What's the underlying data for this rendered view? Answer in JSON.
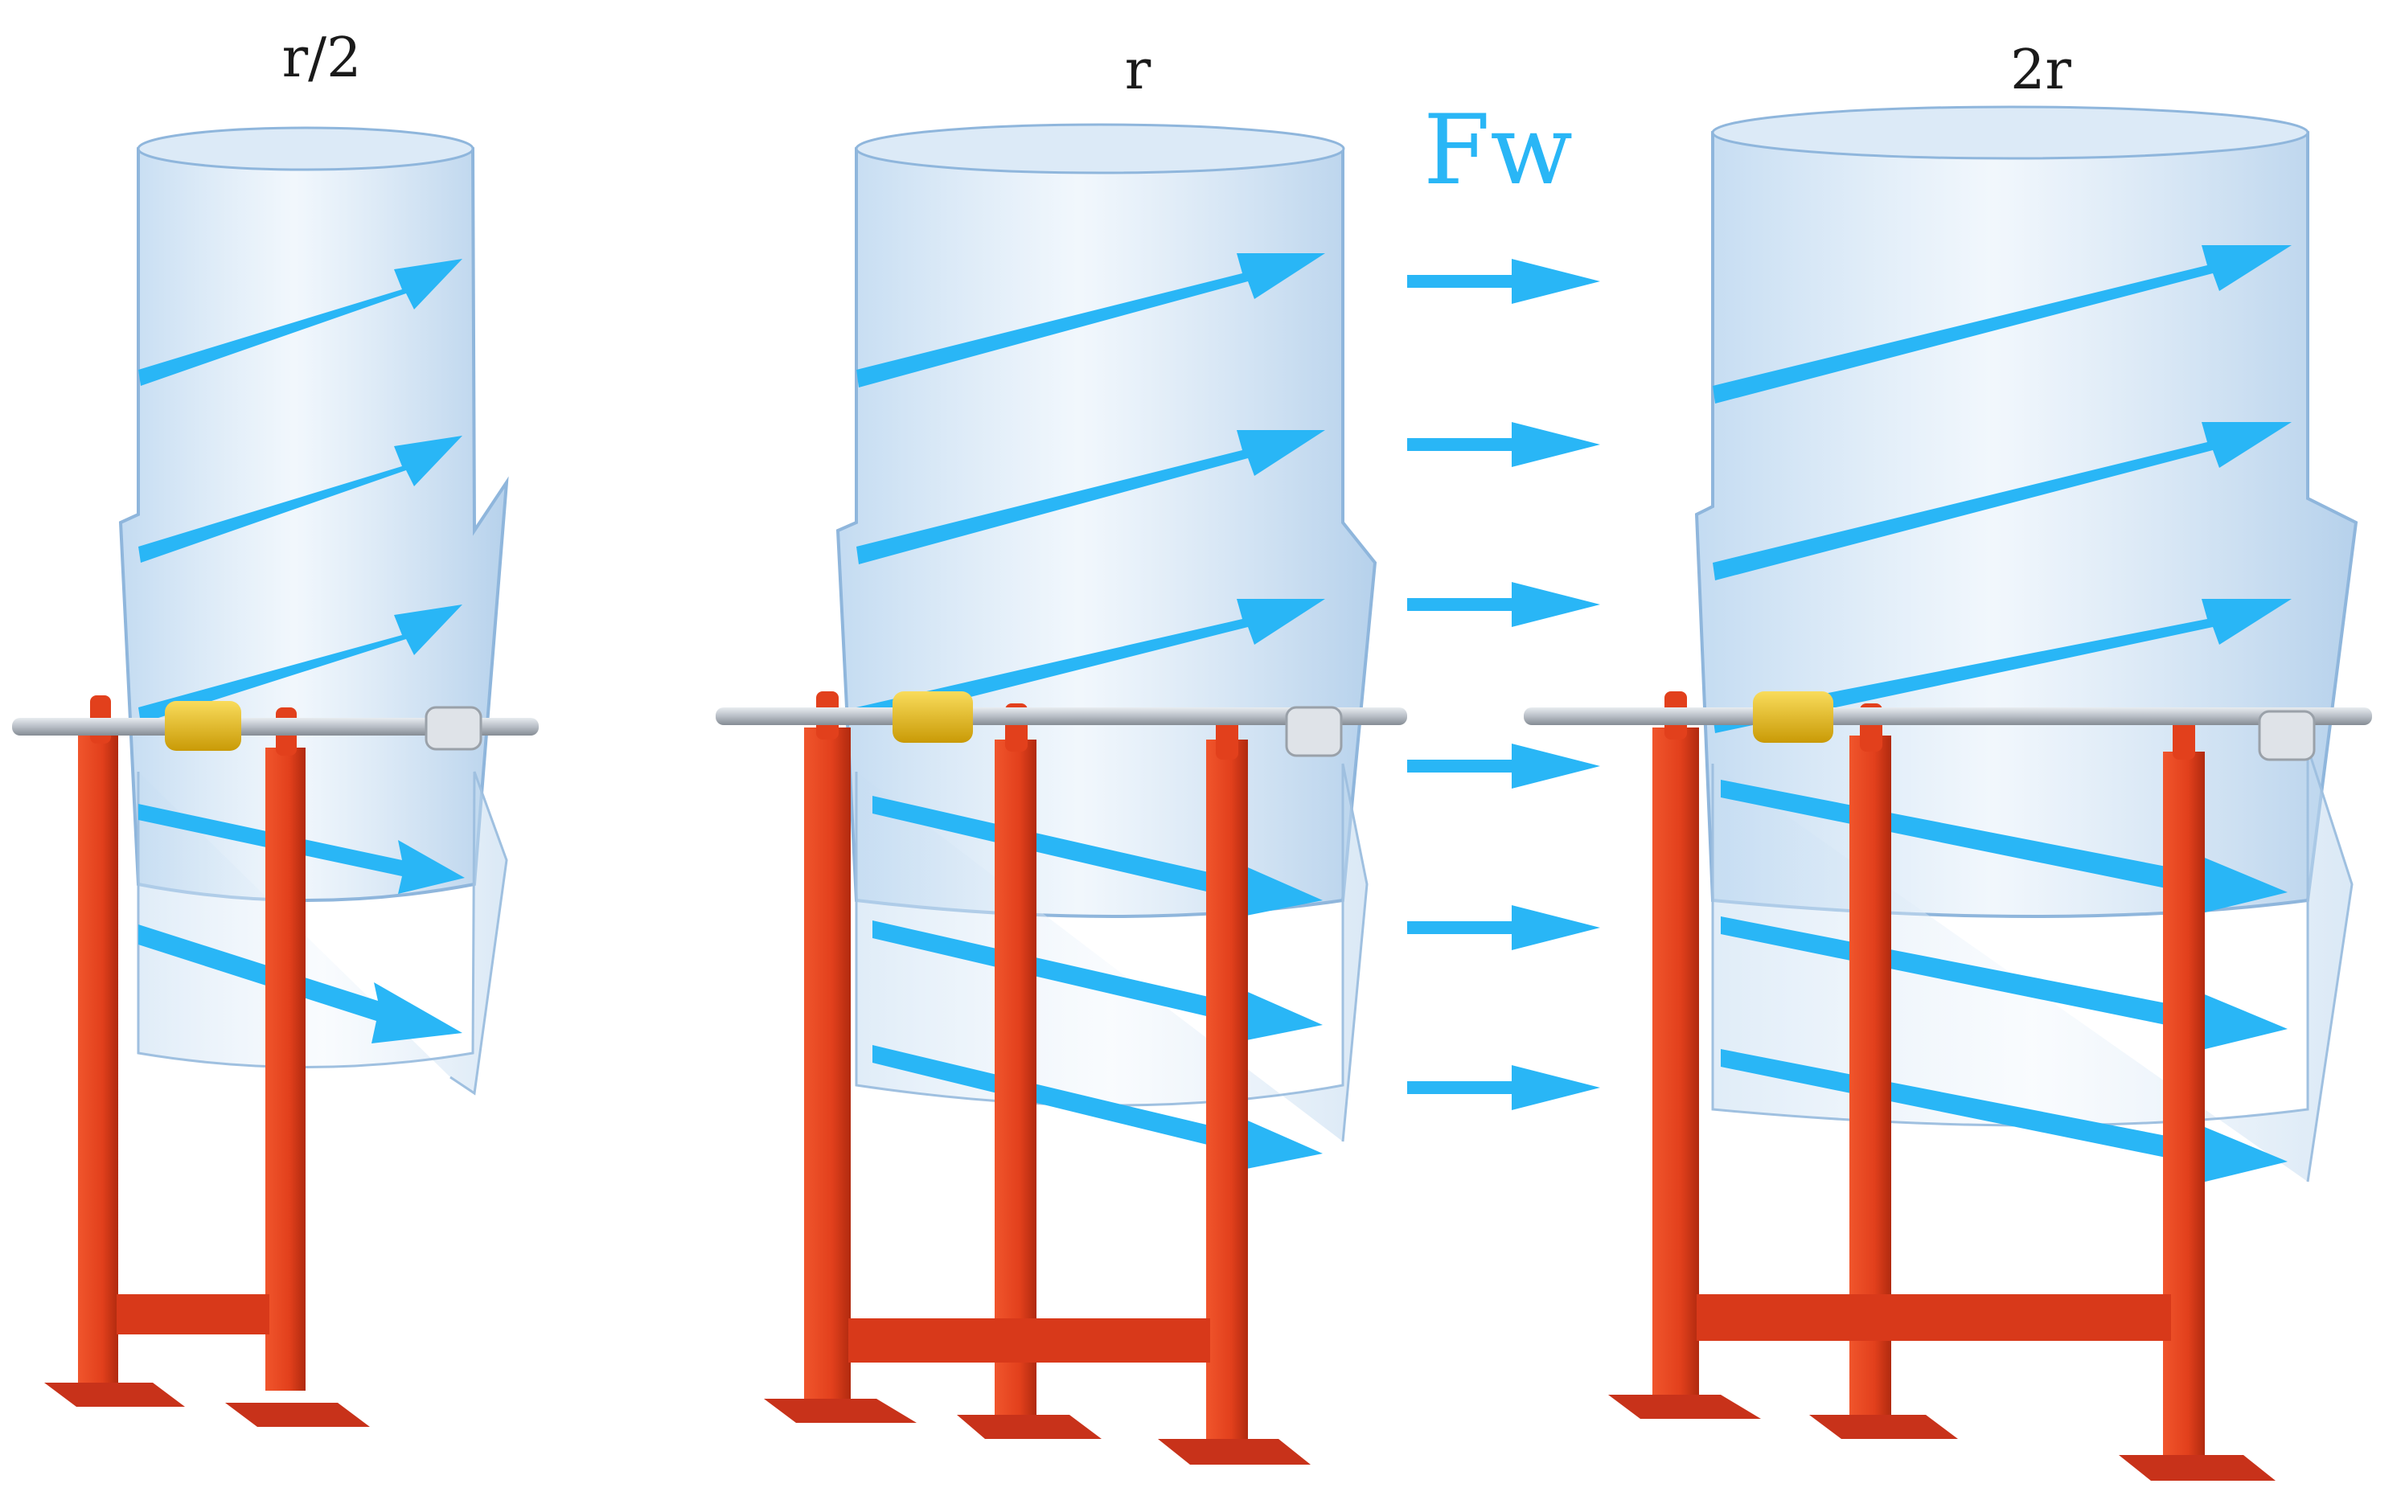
{
  "labels": {
    "small": "r/2",
    "medium": "r",
    "large": "2r",
    "wind": "Fw"
  },
  "colors": {
    "frame": "#e2401c",
    "frame_dark": "#b02a0f",
    "arrow": "#29b6f6",
    "cylinder": "#cfe3f5",
    "cylinder_edge": "#8fb6dc",
    "axle": "#b8bec6",
    "bearing": "#f1c40f",
    "wind_label": "#29b6f6"
  }
}
